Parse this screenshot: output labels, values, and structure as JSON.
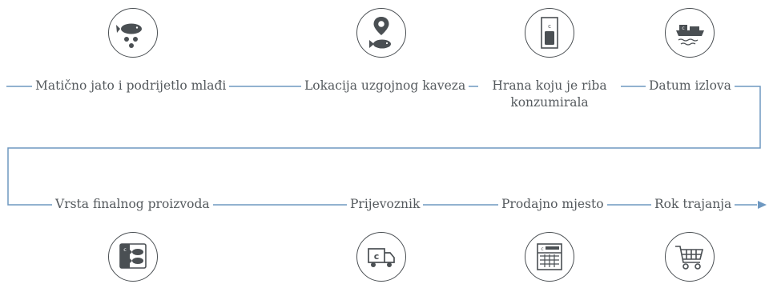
{
  "steps_top": [
    {
      "label": "Matično jato i podrijetlo mlađi",
      "icon": "fish-eggs-icon"
    },
    {
      "label": "Lokacija uzgojnog kaveza",
      "icon": "location-fish-icon"
    },
    {
      "label": "Hrana koju je riba konzumirala",
      "icon": "feed-bag-icon"
    },
    {
      "label": "Datum izlova",
      "icon": "fishing-boat-icon"
    }
  ],
  "steps_bottom": [
    {
      "label": "Vrsta finalnog proizvoda",
      "icon": "fish-package-icon"
    },
    {
      "label": "Prijevoznik",
      "icon": "delivery-truck-icon"
    },
    {
      "label": "Prodajno mjesto",
      "icon": "store-icon"
    },
    {
      "label": "Rok trajanja",
      "icon": "shopping-cart-icon"
    }
  ],
  "colors": {
    "line": "#6e98c1",
    "text": "#555a5e",
    "icon": "#4a4f53"
  }
}
